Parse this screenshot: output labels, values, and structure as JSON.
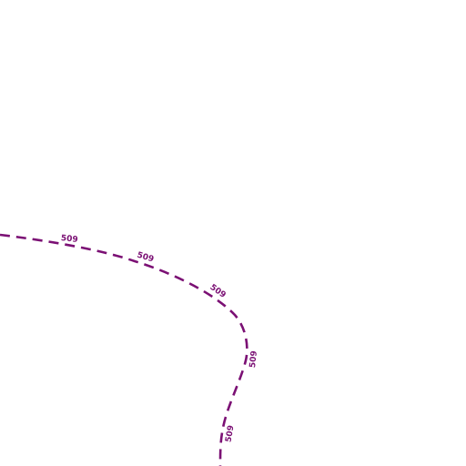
{
  "map": {
    "background_color": "#ffffff",
    "route": {
      "ref": "509",
      "color": "#7b1074",
      "line_style": "dashed",
      "labels": [
        "509",
        "509",
        "509",
        "509",
        "509"
      ]
    }
  }
}
